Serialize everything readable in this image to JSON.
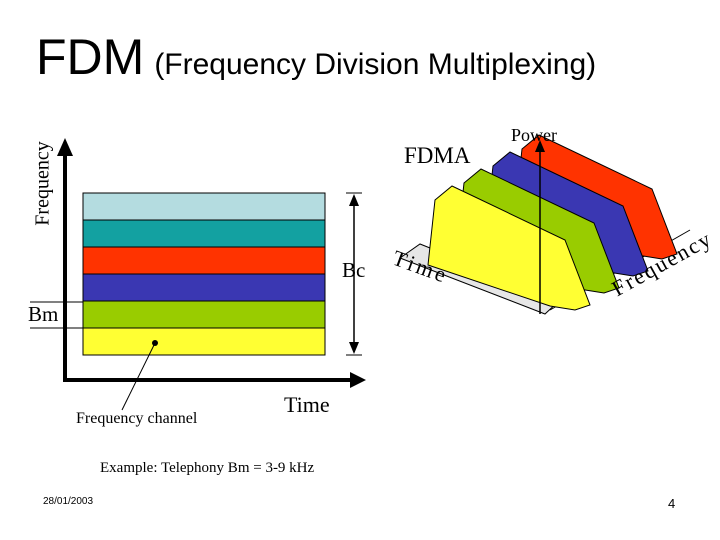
{
  "title": {
    "main": "FDM",
    "subtitle": "(Frequency Division Multiplexing)"
  },
  "left_diagram": {
    "y_axis_label": "Frequency",
    "x_axis_label": "Time",
    "channel_label": "Frequency channel",
    "bm_label": "Bm",
    "bc_label": "Bc",
    "bands": [
      {
        "color": "#b4dce0"
      },
      {
        "color": "#13a1a1"
      },
      {
        "color": "#ff3300"
      },
      {
        "color": "#3a37b2"
      },
      {
        "color": "#99cc00"
      },
      {
        "color": "#ffff33"
      }
    ]
  },
  "right_diagram": {
    "fdma_label": "FDMA",
    "power_label": "Power",
    "time_label": "Time",
    "frequency_label": "Frequency",
    "channel_colors": [
      "#ffff33",
      "#99cc00",
      "#3a37b2",
      "#ff3300"
    ]
  },
  "example_text": "Example: Telephony  Bm = 3-9 kHz",
  "footer": {
    "date": "28/01/2003",
    "page_number": "4"
  }
}
